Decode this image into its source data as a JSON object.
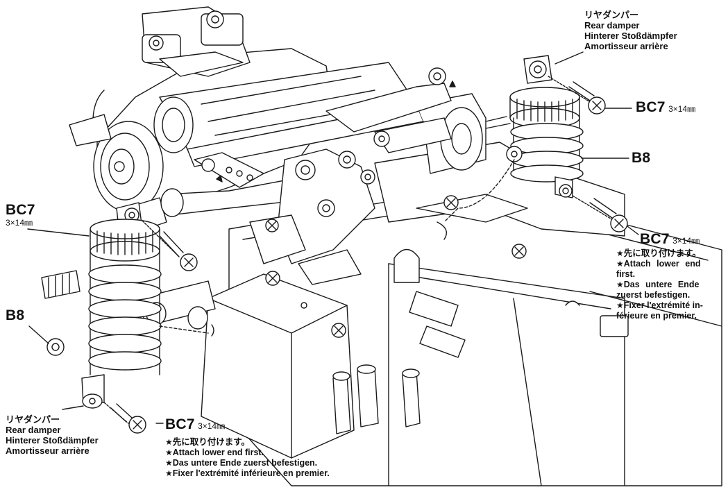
{
  "labels": {
    "bc7_top_right": {
      "code": "BC7",
      "size": "3×14㎜"
    },
    "b8_right": {
      "code": "B8"
    },
    "bc7_mid_right": {
      "code": "BC7",
      "size": "3×14㎜"
    },
    "bc7_left": {
      "code": "BC7",
      "size": "3×14㎜"
    },
    "b8_left": {
      "code": "B8"
    },
    "bc7_bottom": {
      "code": "BC7",
      "size": "3×14㎜"
    }
  },
  "rear_damper_names": {
    "jp": "リヤダンパー",
    "en": "Rear damper",
    "de": "Hinterer Stoßdämpfer",
    "fr": "Amortisseur arrière"
  },
  "note_right": {
    "jp": "先に取り付けます。",
    "en_1": "Attach lower end",
    "en_2": "first.",
    "de_1": "Das untere Ende",
    "de_2": "zuerst befestigen.",
    "fr_1": "Fixer l'extrémité in-",
    "fr_2": "férieure en premier."
  },
  "note_bottom": {
    "jp": "先に取り付けます。",
    "en": "Attach lower end first.",
    "de": "Das untere Ende zuerst befestigen.",
    "fr": "Fixer l'extrémité inférieure en premier."
  }
}
